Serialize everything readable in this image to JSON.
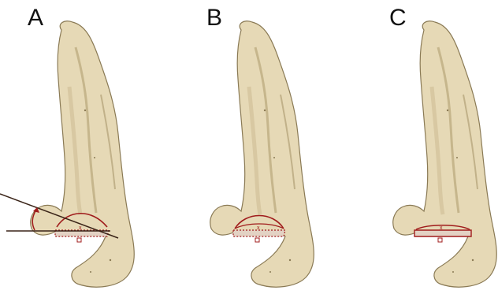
{
  "panels": [
    {
      "label": "A"
    },
    {
      "label": "B"
    },
    {
      "label": "C"
    }
  ],
  "colors": {
    "bone_fill": "#e6d9b6",
    "bone_shade": "#c9b88d",
    "bone_outline": "#8a7a55",
    "annotation": "#a01c1c",
    "guide_line": "#3a2418",
    "cut_fill": "#e3d2c4"
  }
}
